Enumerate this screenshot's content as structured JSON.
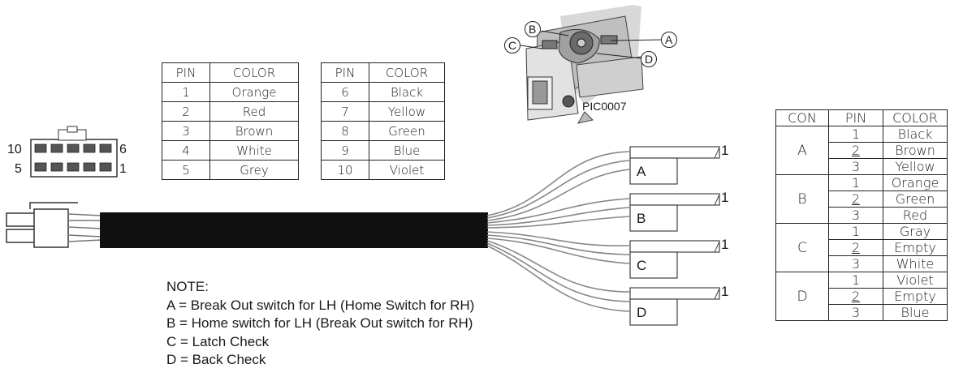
{
  "table_pins_1": {
    "headers": [
      "PIN",
      "COLOR"
    ],
    "rows": [
      [
        "1",
        "Orange"
      ],
      [
        "2",
        "Red"
      ],
      [
        "3",
        "Brown"
      ],
      [
        "4",
        "White"
      ],
      [
        "5",
        "Grey"
      ]
    ]
  },
  "table_pins_2": {
    "headers": [
      "PIN",
      "COLOR"
    ],
    "rows": [
      [
        "6",
        "Black"
      ],
      [
        "7",
        "Yellow"
      ],
      [
        "8",
        "Green"
      ],
      [
        "9",
        "Blue"
      ],
      [
        "10",
        "Violet"
      ]
    ]
  },
  "table_connectors": {
    "headers": [
      "CON",
      "PIN",
      "COLOR"
    ],
    "groups": [
      {
        "con": "A",
        "rows": [
          [
            "1",
            "Black"
          ],
          [
            "2",
            "Brown"
          ],
          [
            "3",
            "Yellow"
          ]
        ]
      },
      {
        "con": "B",
        "rows": [
          [
            "1",
            "Orange"
          ],
          [
            "2",
            "Green"
          ],
          [
            "3",
            "Red"
          ]
        ]
      },
      {
        "con": "C",
        "rows": [
          [
            "1",
            "Gray"
          ],
          [
            "2",
            "Empty"
          ],
          [
            "3",
            "White"
          ]
        ]
      },
      {
        "con": "D",
        "rows": [
          [
            "1",
            "Violet"
          ],
          [
            "2",
            "Empty"
          ],
          [
            "3",
            "Blue"
          ]
        ]
      }
    ]
  },
  "connector_pin_labels": {
    "top_left": "10",
    "top_right": "6",
    "bottom_left": "5",
    "bottom_right": "1"
  },
  "photo": {
    "callouts": [
      "A",
      "B",
      "C",
      "D"
    ],
    "caption": "PIC0007"
  },
  "breakout_connectors": [
    {
      "label": "A",
      "pin1_label": "1"
    },
    {
      "label": "B",
      "pin1_label": "1"
    },
    {
      "label": "C",
      "pin1_label": "1"
    },
    {
      "label": "D",
      "pin1_label": "1"
    }
  ],
  "notes": {
    "title": "NOTE:",
    "lines": [
      "A = Break Out switch for LH (Home Switch for RH)",
      "B = Home switch for LH (Break Out switch for RH)",
      "C = Latch Check",
      "D = Back Check"
    ]
  }
}
